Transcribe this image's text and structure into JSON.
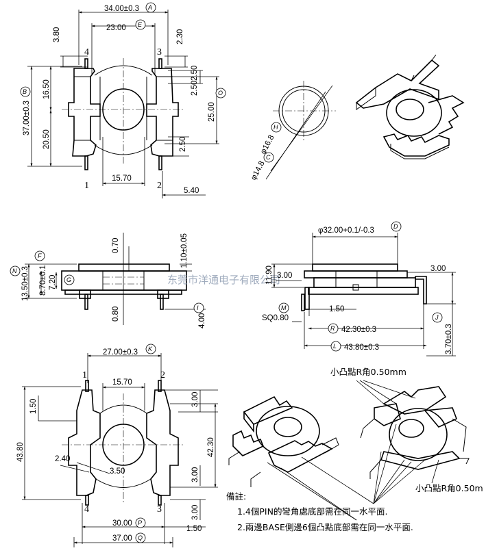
{
  "top_view": {
    "dim_A": "34.00±0.3",
    "tag_A": "A",
    "dim_E": "23.00",
    "tag_E": "E",
    "dim_B": "37.00±0.3",
    "tag_B": "B",
    "dim_O": "25.00",
    "tag_O": "O",
    "d_380": "3.80",
    "d_230": "2.30",
    "d_1650": "16.50",
    "d_2050": "20.50",
    "d_250a": "2.50",
    "d_250b": "2.50",
    "d_250c": "2.50",
    "d_1570": "15.70",
    "d_540": "5.40",
    "pins": [
      "4",
      "3",
      "1",
      "2"
    ]
  },
  "section_view": {
    "tag_H": "H",
    "tag_C": "C",
    "d_168": "φ16.8",
    "d_148": "φ14.8"
  },
  "side_view": {
    "d_070": "0.70",
    "d_110": "1.10±0.05",
    "d_080": "0.80",
    "d_400": "4.00",
    "tag_I": "I",
    "d_1350": "13.50±0.3",
    "tag_N": "N",
    "d_870": "8.70±0.1",
    "tag_F": "F",
    "d_720": "7.20",
    "tag_G": "G"
  },
  "front_view": {
    "d_32": "φ32.00+0.1/-0.3",
    "tag_D": "D",
    "d_1190": "11.90",
    "d_300a": "3.00",
    "d_300b": "3.00",
    "d_150": "1.50",
    "tag_M": "M",
    "d_sq": "SQ0.80",
    "d_4230": "42.30±0.3",
    "tag_R": "R",
    "d_4380": "43.80±0.3",
    "tag_L": "L",
    "d_370": "3.70±0.3",
    "tag_J": "J"
  },
  "bottom_view": {
    "dim_K": "27.00±0.3",
    "tag_K": "K",
    "d_1570": "15.70",
    "d_150": "1.50",
    "d_4380": "43.80",
    "d_300a": "3.00",
    "d_4230": "42.30",
    "d_240": "2.40",
    "d_350": "3.50",
    "d_300b": "3.00",
    "d_300c": "3.00",
    "dim_P": "30.00",
    "tag_P": "P",
    "dim_Q": "37.00",
    "tag_Q": "Q",
    "d_150b": "1.50",
    "pins": [
      "1",
      "2",
      "4",
      "3"
    ]
  },
  "callouts": {
    "top": "小凸點R角0.50mm",
    "right": "小凸點R角0.50m"
  },
  "watermark": "东莞市洋通电子有限公司",
  "notes": {
    "title": "備註:",
    "line1": "1.4個PIN的彎角處底部需在同一水平面.",
    "line2": "2.兩邊BASE側邊6個凸點底部需在同一水平面."
  }
}
